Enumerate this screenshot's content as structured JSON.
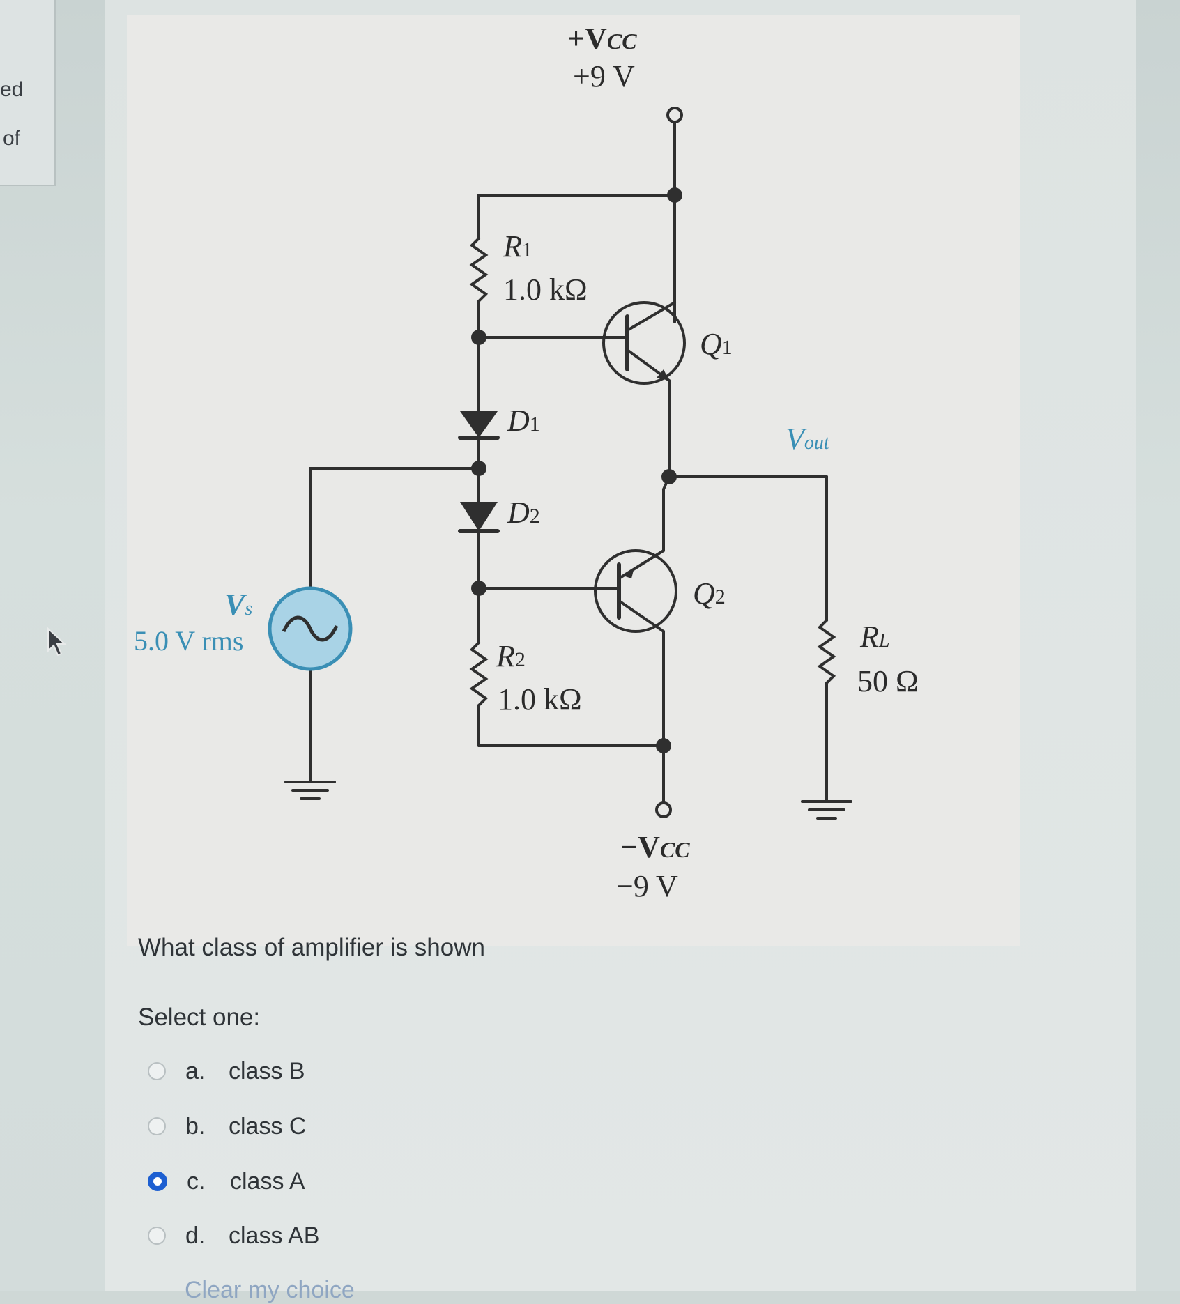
{
  "sidebar": {
    "fragment_1": "ed",
    "fragment_2": "of"
  },
  "circuit": {
    "vcc_pos_label": "+V",
    "vcc_pos_sub": "CC",
    "vcc_pos_value": "+9 V",
    "vcc_neg_label": "−V",
    "vcc_neg_sub": "CC",
    "vcc_neg_value": "−9 V",
    "r1_name": "R",
    "r1_sub": "1",
    "r1_value": "1.0 kΩ",
    "r2_name": "R",
    "r2_sub": "2",
    "r2_value": "1.0 kΩ",
    "d1_name": "D",
    "d1_sub": "1",
    "d2_name": "D",
    "d2_sub": "2",
    "q1_name": "Q",
    "q1_sub": "1",
    "q2_name": "Q",
    "q2_sub": "2",
    "vs_name": "V",
    "vs_sub": "s",
    "vs_value": "5.0 V rms",
    "vout_name": "V",
    "vout_sub": "out",
    "rl_name": "R",
    "rl_sub": "L",
    "rl_value": "50 Ω",
    "colors": {
      "wire": "#2f2f2f",
      "source_fill": "#a9d3e6",
      "source_stroke": "#3a8fb5",
      "label_blue": "#3a8fb5"
    }
  },
  "question": {
    "text": "What class of amplifier is shown",
    "prompt": "Select one:",
    "options": [
      {
        "letter": "a.",
        "label": "class B",
        "selected": false
      },
      {
        "letter": "b.",
        "label": "class C",
        "selected": false
      },
      {
        "letter": "c.",
        "label": "class A",
        "selected": true
      },
      {
        "letter": "d.",
        "label": "class AB",
        "selected": false
      }
    ],
    "clear_label": "Clear my choice"
  }
}
